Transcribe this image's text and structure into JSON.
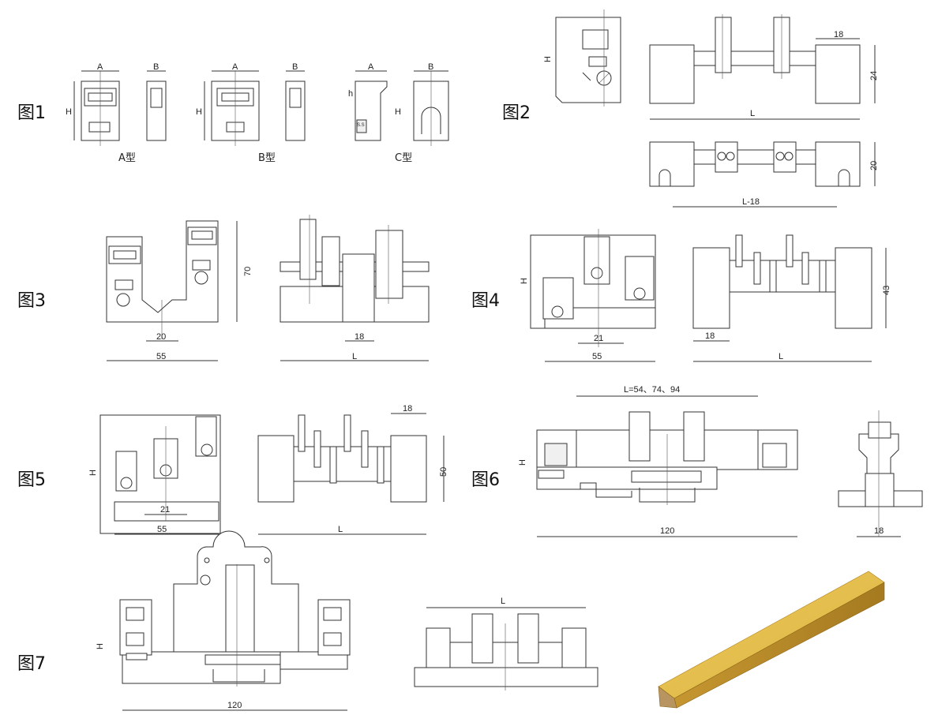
{
  "figures": {
    "f1": {
      "label": "图1",
      "types": [
        "A型",
        "B型",
        "C型"
      ],
      "dims": {
        "a": "A",
        "b": "B",
        "h": "H",
        "h_small": "h",
        "ss": "S.S"
      }
    },
    "f2": {
      "label": "图2",
      "dims": {
        "h": "H",
        "d18": "18",
        "d24": "24",
        "l": "L",
        "d20": "20",
        "l18": "L-18"
      }
    },
    "f3": {
      "label": "图3",
      "dims": {
        "d70": "70",
        "d20": "20",
        "d55": "55",
        "d18": "18",
        "l": "L"
      }
    },
    "f4": {
      "label": "图4",
      "dims": {
        "h": "H",
        "d21": "21",
        "d55": "55",
        "d43": "43",
        "d18": "18",
        "l": "L"
      }
    },
    "f5": {
      "label": "图5",
      "dims": {
        "h": "H",
        "d21": "21",
        "d55": "55",
        "d18": "18",
        "d50": "50",
        "l": "L"
      }
    },
    "f6": {
      "label": "图6",
      "dims": {
        "h": "H",
        "lvals": "L=54、74、94",
        "d120": "120",
        "d18": "18"
      }
    },
    "f7": {
      "label": "图7",
      "dims": {
        "h": "H",
        "d120": "120",
        "l": "L"
      }
    }
  },
  "colors": {
    "line": "#333333",
    "bar_top": "#e6c24a",
    "bar_side": "#c79a2c",
    "bar_end": "#b89460"
  }
}
